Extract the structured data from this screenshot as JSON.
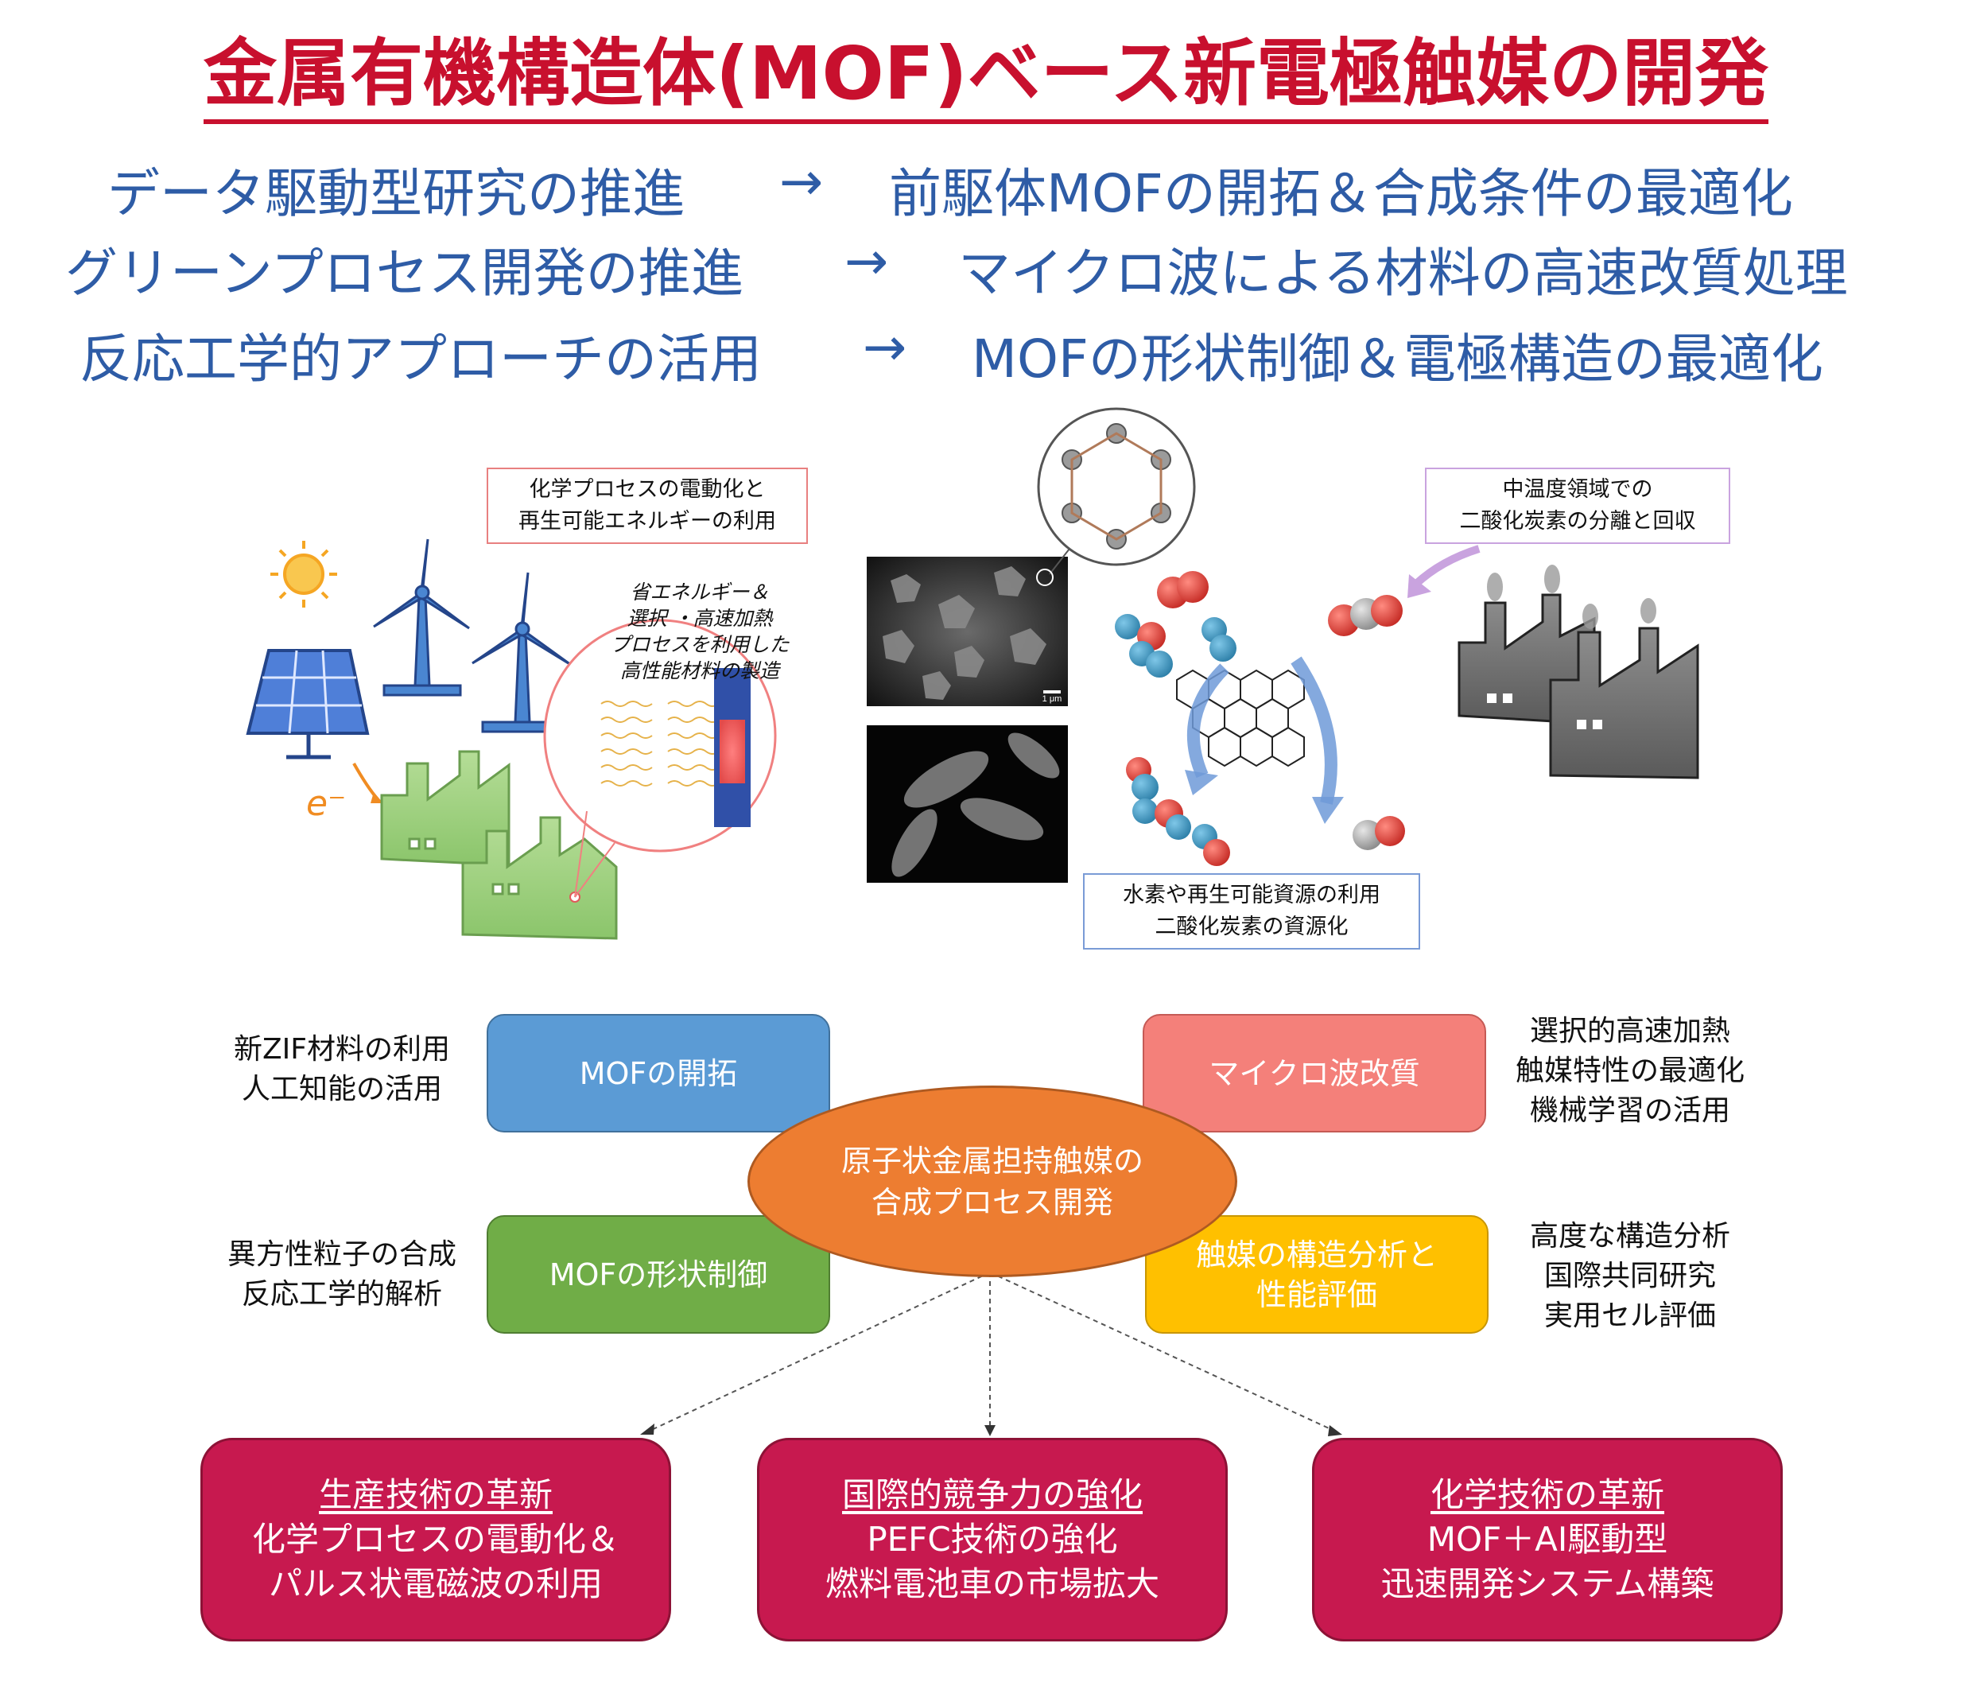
{
  "title": "金属有機構造体(MOF)ベース新電極触媒の開発",
  "themes": [
    {
      "left": "データ駆動型研究の推進",
      "arrow": "→",
      "right": "前駆体MOFの開拓＆合成条件の最適化"
    },
    {
      "left": "グリーンプロセス開発の推進",
      "arrow": "→",
      "right": "マイクロ波による材料の高速改質処理"
    },
    {
      "left": "反応工学的アプローチの活用",
      "arrow": "→",
      "right": "MOFの形状制御＆電極構造の最適化"
    }
  ],
  "illustration": {
    "electrification_box": {
      "line1": "化学プロセスの電動化と",
      "line2": "再生可能エネルギーの利用"
    },
    "heating_note": [
      "省エネルギー＆",
      "選択 ・高速加熱",
      "プロセスを利用した",
      "高性能材料の製造"
    ],
    "electron_label": "e⁻",
    "scale_bar": "1 μm",
    "co2_separation_box": {
      "line1": "中温度領域での",
      "line2": "二酸化炭素の分離と回収"
    },
    "hydrogen_box": {
      "line1": "水素や再生可能資源の利用",
      "line2": "二酸化炭素の資源化"
    }
  },
  "center_ellipse": {
    "line1": "原子状金属担持触媒の",
    "line2": "合成プロセス開発"
  },
  "modules": {
    "mof_development": "MOFの開拓",
    "microwave": "マイクロ波改質",
    "shape_control": "MOFの形状制御",
    "analysis": {
      "line1": "触媒の構造分析と",
      "line2": "性能評価"
    }
  },
  "side_notes": {
    "top_left": [
      "新ZIF材料の利用",
      "人工知能の活用"
    ],
    "top_right": [
      "選択的高速加熱",
      "触媒特性の最適化",
      "機械学習の活用"
    ],
    "bottom_left": [
      "異方性粒子の合成",
      "反応工学的解析"
    ],
    "bottom_right": [
      "高度な構造分析",
      "国際共同研究",
      "実用セル評価"
    ]
  },
  "outcomes": [
    {
      "heading": "生産技術の革新",
      "line1": "化学プロセスの電動化＆",
      "line2": "パルス状電磁波の利用"
    },
    {
      "heading": "国際的競争力の強化",
      "line1": "PEFC技術の強化",
      "line2": "燃料電池車の市場拡大"
    },
    {
      "heading": "化学技術の革新",
      "line1": "MOF＋AI駆動型",
      "line2": "迅速開発システム構築"
    }
  ],
  "colors": {
    "title": "#c8102e",
    "theme_text": "#2e5ca6",
    "mof_development": "#5b9bd5",
    "microwave": "#f4807a",
    "shape_control": "#70ad47",
    "analysis": "#ffc000",
    "ellipse": "#ed7d31",
    "outcome": "#c7194f"
  }
}
